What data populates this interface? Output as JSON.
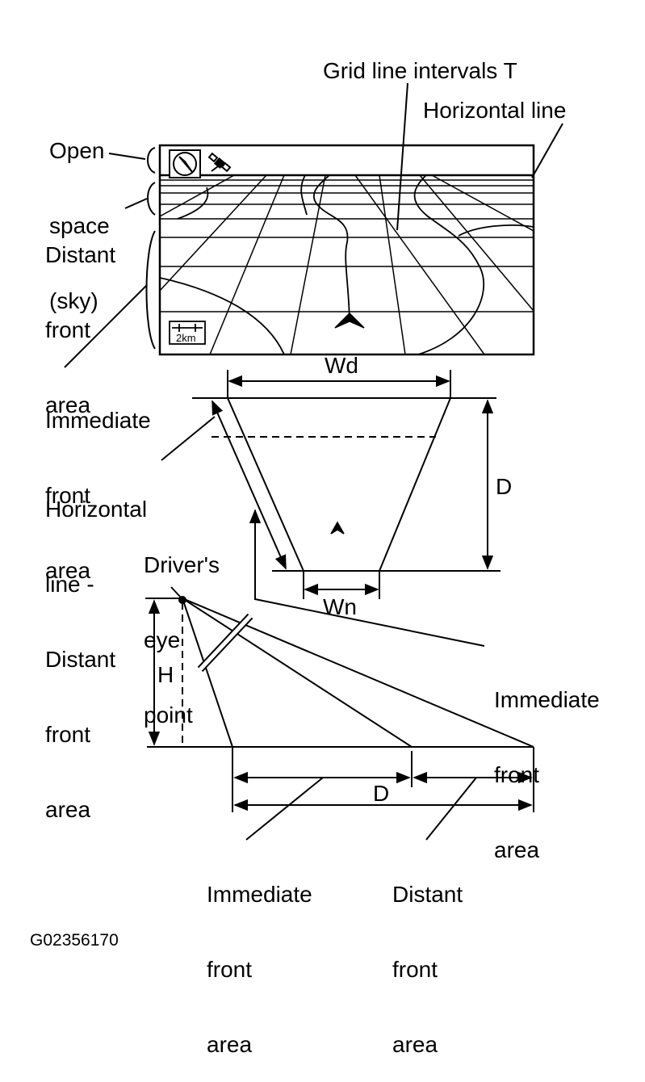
{
  "labels": {
    "grid_intervals": "Grid line intervals T",
    "horizontal_line": "Horizontal line",
    "open_space": [
      "Open",
      "space",
      "(sky)"
    ],
    "distant_front_area_top": [
      "Distant",
      "front",
      "area"
    ],
    "immediate_front_area_top": [
      "Immediate",
      "front",
      "area"
    ],
    "horizontal_distant": [
      "Horizontal",
      "line -",
      "Distant",
      "front",
      "area"
    ],
    "drivers_eye": [
      "Driver's",
      "eye",
      "point"
    ],
    "immediate_front_area_right": [
      "Immediate",
      "front",
      "area"
    ],
    "immediate_front_area_bottom": [
      "Immediate",
      "front",
      "area"
    ],
    "distant_front_area_bottom": [
      "Distant",
      "front",
      "area"
    ],
    "wd": "Wd",
    "wn": "Wn",
    "d_trapezoid": "D",
    "d_bottom": "D",
    "h": "H",
    "scale": "2km",
    "figure_code": "G02356170"
  },
  "colors": {
    "ink": "#000000",
    "background": "#ffffff"
  },
  "icons": [
    "compass-icon",
    "satellite-icon",
    "scale-icon",
    "vehicle-arrow-icon"
  ]
}
